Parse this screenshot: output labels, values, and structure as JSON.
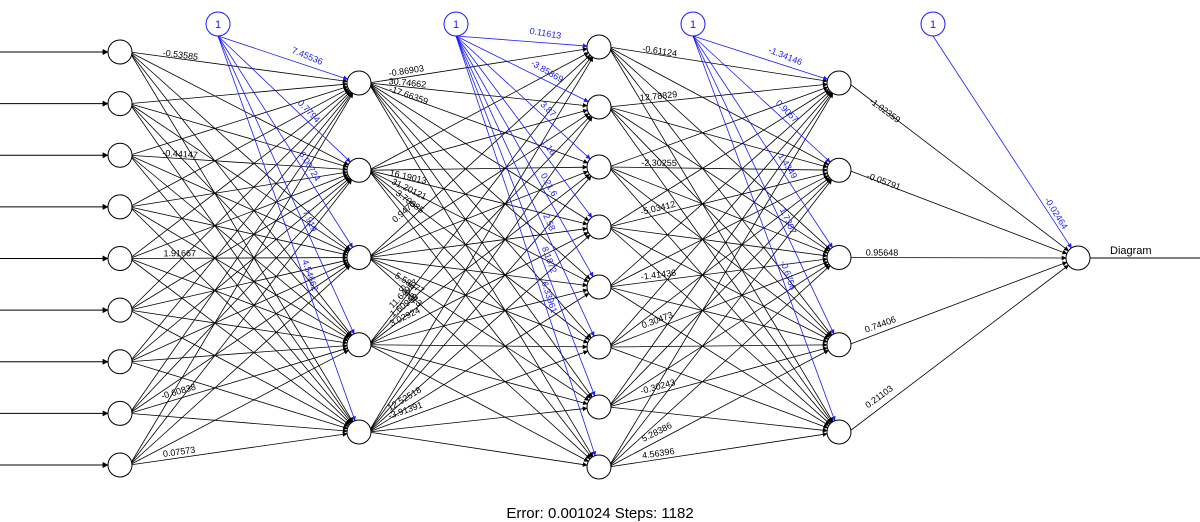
{
  "diagram": {
    "output_label": "Diagram",
    "bias_symbol": "1",
    "footer_text": "Error: 0.001024   Steps: 1182",
    "colors": {
      "weight_edge": "#000000",
      "bias_edge": "#1a1aff",
      "node_stroke": "#000000",
      "bias_node_stroke": "#1a1aff"
    },
    "layers": {
      "input_count": 9,
      "hidden1_count": 5,
      "hidden2_count": 8,
      "hidden3_count": 5,
      "output_count": 1
    },
    "input_first_weight_labels": [
      "-0.53585",
      "-0.44147",
      "1.91667",
      "-0.60838",
      "0.07573"
    ],
    "hidden1_to_hidden2_labels": [
      "-0.86903",
      "30.74662",
      "-17.66359",
      "16.19013",
      "31.20121",
      "3.70085",
      "5.58077",
      "5.0813",
      "0.9470",
      "11.64957",
      "1.60958",
      "3.02924",
      "12.52518",
      "-3.91391"
    ],
    "hidden2_to_hidden3_labels": [
      "-0.61124",
      "12.78829",
      "-2.30255",
      "-5.03412",
      "-1.41436",
      "0.30473",
      "-0.30243",
      "5.28386",
      "4.56396"
    ],
    "hidden3_to_output_labels": [
      "-1.02359",
      "-0.05791",
      "0.95648",
      "0.74406",
      "0.21103"
    ],
    "bias_labels_b1": [
      "7.45536",
      "0.7794",
      "6.00724",
      "7.919",
      "4.54662"
    ],
    "bias_labels_b2": [
      "0.11613",
      "-3.85869",
      "3.87",
      "1.16",
      "0.21.6",
      "2.58",
      "8.1872",
      "6.33961"
    ],
    "bias_labels_b3": [
      "-1.34146",
      "0.9057",
      "1.4349",
      "1.7307",
      "-0.6756"
    ],
    "bias_label_output": "-0.02464"
  }
}
